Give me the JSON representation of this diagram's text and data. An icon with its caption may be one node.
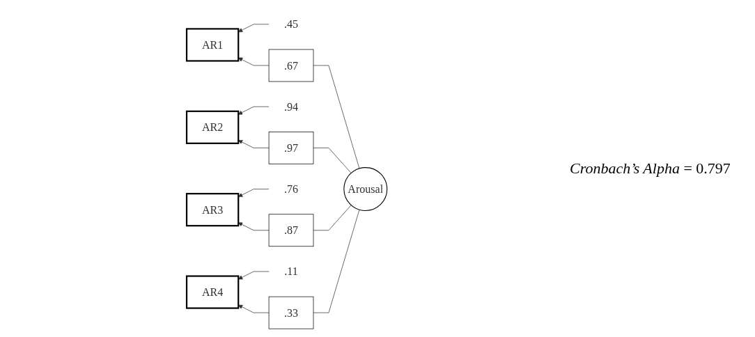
{
  "diagram": {
    "nodes": [
      {
        "text": [
          ".45"
        ]
      },
      {
        "text": [
          "AR1"
        ]
      },
      {
        "text": [
          ".67"
        ]
      },
      {
        "text": [
          ".94"
        ]
      },
      {
        "text": [
          "AR2"
        ]
      },
      {
        "text": [
          ".97"
        ]
      },
      {
        "text": [
          ".76"
        ]
      },
      {
        "text": [
          "AR3"
        ]
      },
      {
        "text": [
          ".87"
        ]
      },
      {
        "text": [
          ".11"
        ]
      },
      {
        "text": [
          "AR4"
        ]
      },
      {
        "text": [
          ".33"
        ]
      },
      {
        "text": [
          "Arousal"
        ]
      }
    ],
    "edges": [
      {
        "from": 0,
        "to": 1,
        "arrow": "to"
      },
      {
        "from": 3,
        "to": 4,
        "arrow": "to"
      },
      {
        "from": 6,
        "to": 7,
        "arrow": "to"
      },
      {
        "from": 9,
        "to": 10,
        "arrow": "to"
      },
      {
        "from": 12,
        "to": 2,
        "arrow": "none"
      },
      {
        "from": 2,
        "to": 1,
        "arrow": "to"
      },
      {
        "from": 12,
        "to": 5,
        "arrow": "none"
      },
      {
        "from": 5,
        "to": 4,
        "arrow": "to"
      },
      {
        "from": 12,
        "to": 8,
        "arrow": "none"
      },
      {
        "from": 8,
        "to": 7,
        "arrow": "to"
      },
      {
        "from": 12,
        "to": 11,
        "arrow": "none"
      },
      {
        "from": 11,
        "to": 10,
        "arrow": "to"
      }
    ],
    "labels": [
      "*Cronbach’s Alpha* = 0.797"
    ]
  }
}
